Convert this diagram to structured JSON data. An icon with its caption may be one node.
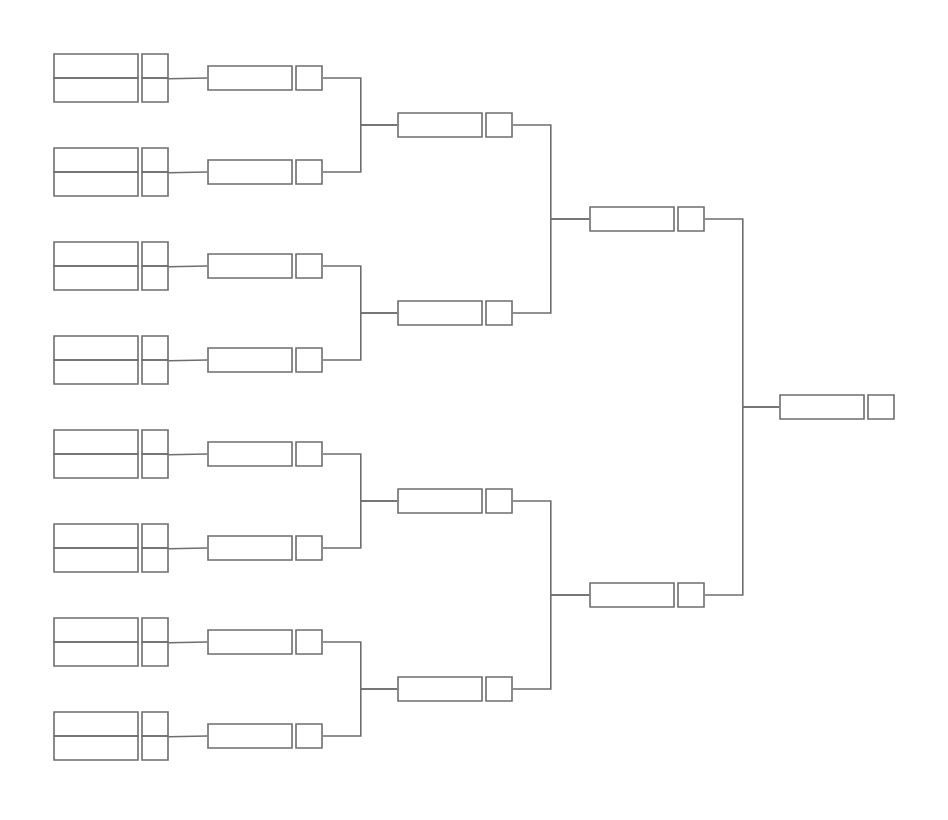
{
  "diagram": {
    "nodes": [
      {
        "text": [],
        "shape": "box"
      },
      {
        "text": [],
        "shape": "box"
      },
      {
        "text": [],
        "shape": "box"
      },
      {
        "text": [],
        "shape": "box"
      },
      {
        "text": [],
        "shape": "box"
      },
      {
        "text": [],
        "shape": "box"
      },
      {
        "text": [],
        "shape": "box"
      },
      {
        "text": [],
        "shape": "box"
      },
      {
        "text": [],
        "shape": "box"
      },
      {
        "text": [],
        "shape": "box"
      },
      {
        "text": [],
        "shape": "box"
      },
      {
        "text": [],
        "shape": "box"
      },
      {
        "text": [],
        "shape": "box"
      },
      {
        "text": [],
        "shape": "box"
      },
      {
        "text": [],
        "shape": "box"
      },
      {
        "text": [],
        "shape": "box"
      },
      {
        "text": [],
        "shape": "box"
      },
      {
        "text": [],
        "shape": "box"
      },
      {
        "text": [],
        "shape": "box"
      },
      {
        "text": [],
        "shape": "box"
      },
      {
        "text": [],
        "shape": "box"
      },
      {
        "text": [],
        "shape": "box"
      },
      {
        "text": [],
        "shape": "box"
      },
      {
        "text": [],
        "shape": "box"
      },
      {
        "text": [],
        "shape": "box"
      },
      {
        "text": [],
        "shape": "box"
      },
      {
        "text": [],
        "shape": "box"
      },
      {
        "text": [],
        "shape": "box"
      },
      {
        "text": [],
        "shape": "box"
      },
      {
        "text": [],
        "shape": "box"
      },
      {
        "text": [],
        "shape": "box"
      }
    ],
    "edges": [
      {
        "from": 0,
        "to": 16,
        "arrow": "none"
      },
      {
        "from": 1,
        "to": 16,
        "arrow": "none"
      },
      {
        "from": 2,
        "to": 17,
        "arrow": "none"
      },
      {
        "from": 3,
        "to": 17,
        "arrow": "none"
      },
      {
        "from": 4,
        "to": 18,
        "arrow": "none"
      },
      {
        "from": 5,
        "to": 18,
        "arrow": "none"
      },
      {
        "from": 6,
        "to": 19,
        "arrow": "none"
      },
      {
        "from": 7,
        "to": 19,
        "arrow": "none"
      },
      {
        "from": 8,
        "to": 20,
        "arrow": "none"
      },
      {
        "from": 9,
        "to": 20,
        "arrow": "none"
      },
      {
        "from": 10,
        "to": 21,
        "arrow": "none"
      },
      {
        "from": 11,
        "to": 21,
        "arrow": "none"
      },
      {
        "from": 12,
        "to": 22,
        "arrow": "none"
      },
      {
        "from": 13,
        "to": 22,
        "arrow": "none"
      },
      {
        "from": 14,
        "to": 23,
        "arrow": "none"
      },
      {
        "from": 15,
        "to": 23,
        "arrow": "none"
      },
      {
        "from": 16,
        "to": 24,
        "arrow": "none"
      },
      {
        "from": 17,
        "to": 24,
        "arrow": "none"
      },
      {
        "from": 18,
        "to": 25,
        "arrow": "none"
      },
      {
        "from": 19,
        "to": 25,
        "arrow": "none"
      },
      {
        "from": 20,
        "to": 26,
        "arrow": "none"
      },
      {
        "from": 21,
        "to": 26,
        "arrow": "none"
      },
      {
        "from": 22,
        "to": 27,
        "arrow": "none"
      },
      {
        "from": 23,
        "to": 27,
        "arrow": "none"
      },
      {
        "from": 24,
        "to": 28,
        "arrow": "none"
      },
      {
        "from": 25,
        "to": 28,
        "arrow": "none"
      },
      {
        "from": 26,
        "to": 29,
        "arrow": "none"
      },
      {
        "from": 27,
        "to": 29,
        "arrow": "none"
      },
      {
        "from": 28,
        "to": 30,
        "arrow": "none"
      },
      {
        "from": 29,
        "to": 30,
        "arrow": "none"
      }
    ]
  }
}
